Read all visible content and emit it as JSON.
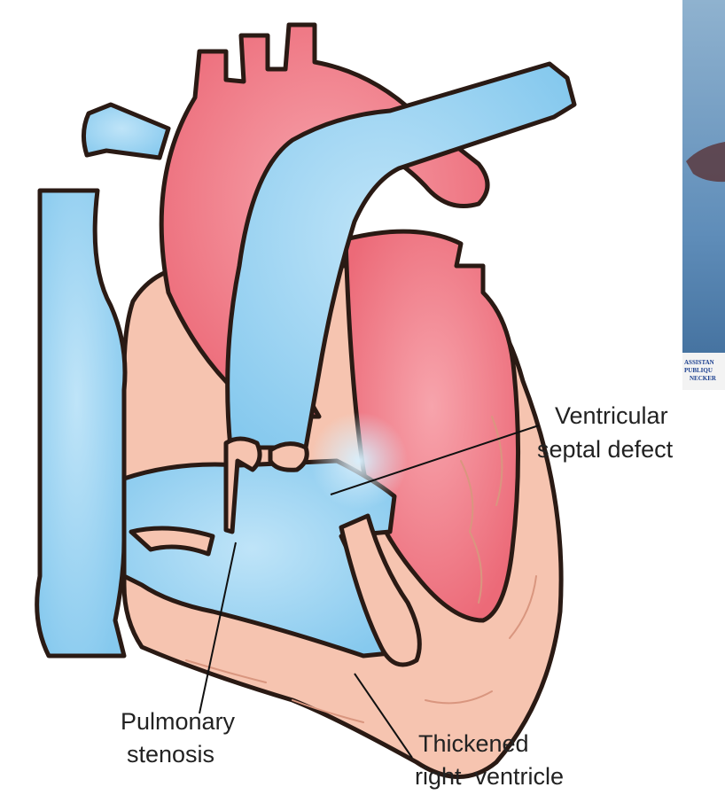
{
  "labels": {
    "vsd_line1": "Ventricular",
    "vsd_line2": "septal defect",
    "ps_line1": "Pulmonary",
    "ps_line2": "stenosis",
    "rv_line1": "Thickened",
    "rv_line2": "right  ventricle"
  },
  "inset_logo": {
    "line1": "ASSISTAN",
    "line2": "PUBLIQU",
    "line3": "NECKER"
  },
  "colors": {
    "oxygenated_red": "#f07b86",
    "deoxygenated_blue": "#8fd0f2",
    "muscle_tissue": "#f6c4b0",
    "outline": "#2a1a14",
    "leader_line": "#111111",
    "inset_background": "#3f6d9c"
  }
}
